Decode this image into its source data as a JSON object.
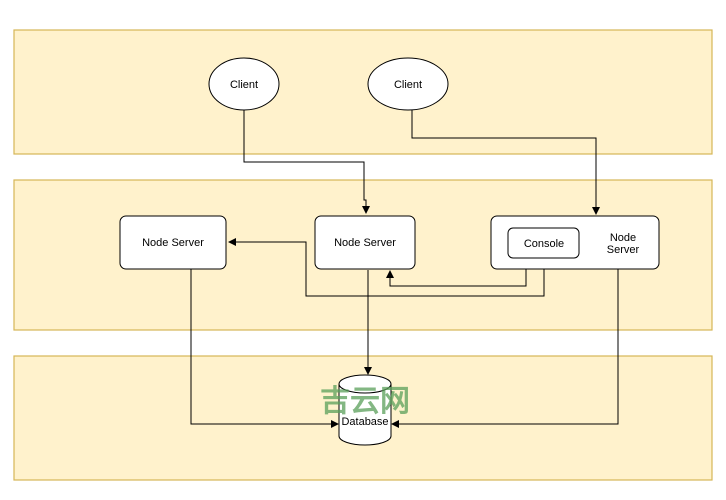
{
  "nodes": {
    "client_1": "Client",
    "client_2": "Client",
    "node_server_left": "Node Server",
    "node_server_center": "Node Server",
    "console": "Console",
    "node_server_right_line1": "Node",
    "node_server_right_line2": "Server",
    "database": "Database"
  },
  "watermark": "吉云网",
  "colors": {
    "lane_fill": "#fff2cc",
    "lane_border": "#d6b656",
    "node_fill": "#ffffff",
    "stroke": "#000000"
  }
}
